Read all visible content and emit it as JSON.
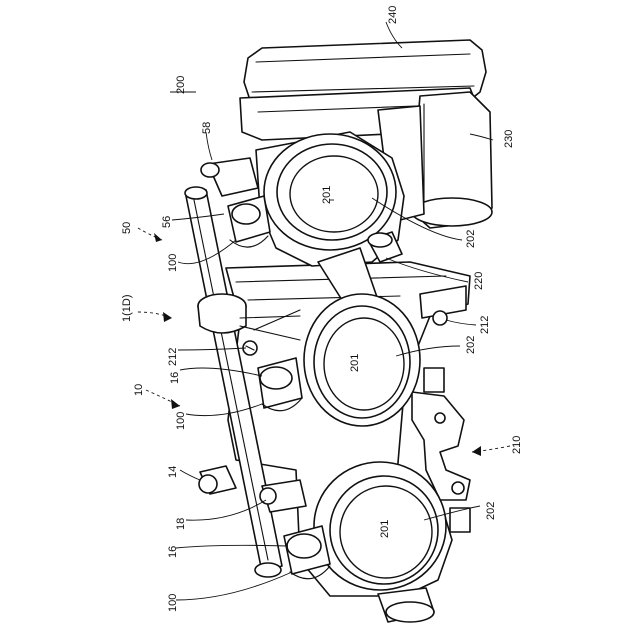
{
  "figure": {
    "labels": {
      "l200": "200",
      "l240": "240",
      "l230": "230",
      "l58": "58",
      "l56": "56",
      "l50": "50",
      "l100a": "100",
      "l100b": "100",
      "l100c": "100",
      "l1": "1(1D)",
      "l212a": "212",
      "l212b": "212",
      "l16a": "16",
      "l16b": "16",
      "l10": "10",
      "l14": "14",
      "l18": "18",
      "l201a": "201",
      "l201b": "201",
      "l201c": "201",
      "l202a": "202",
      "l202b": "202",
      "l202c": "202",
      "l220": "220",
      "l210": "210"
    }
  }
}
